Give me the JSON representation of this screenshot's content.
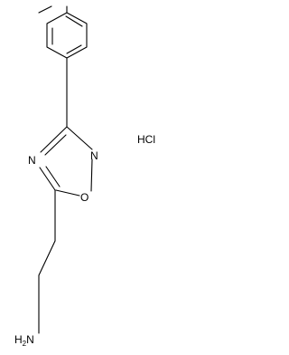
{
  "atoms": {
    "nitrogen_upper": "N",
    "nitrogen_left": "N",
    "oxygen_ring": "O",
    "amine_prefix": "H",
    "amine_subscript": "2",
    "amine_suffix": "N"
  },
  "salt": "HCl",
  "colors": {
    "ink": "#000000",
    "background": "#ffffff"
  }
}
